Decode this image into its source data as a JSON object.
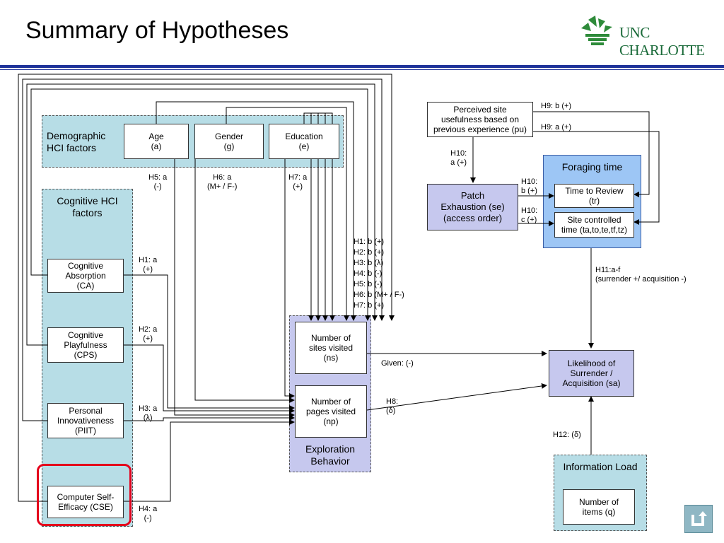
{
  "slide": {
    "title": "Summary of Hypotheses",
    "logo_text": "UNC CHARLOTTE"
  },
  "groups": {
    "demographic": "Demographic HCI factors",
    "cognitive": "Cognitive HCI factors",
    "exploration": "Exploration Behavior",
    "foraging": "Foraging time",
    "information_load": "Information Load"
  },
  "boxes": {
    "age": [
      "Age",
      "(a)"
    ],
    "gender": [
      "Gender",
      "(g)"
    ],
    "education": [
      "Education",
      "(e)"
    ],
    "cognitive_absorption": [
      "Cognitive",
      "Absorption",
      "(CA)"
    ],
    "cognitive_playfulness": [
      "Cognitive",
      "Playfulness",
      "(CPS)"
    ],
    "personal_innovativeness": [
      "Personal",
      "Innovativeness",
      "(PIIT)"
    ],
    "computer_self_efficacy": [
      "Computer Self-",
      "Efficacy (CSE)"
    ],
    "sites_visited": [
      "Number of",
      "sites visited",
      "(ns)"
    ],
    "pages_visited": [
      "Number of",
      "pages visited",
      "(np)"
    ],
    "perceived_usefulness": [
      "Perceived site",
      "usefulness based on",
      "previous experience (pu)"
    ],
    "patch_exhaustion": [
      "Patch",
      "Exhaustion (se)",
      "(access order)"
    ],
    "time_to_review": [
      "Time to Review",
      "(tr)"
    ],
    "site_controlled_time": [
      "Site controlled",
      "time (ta,to,te,tf,tz)"
    ],
    "likelihood": [
      "Likelihood of",
      "Surrender /",
      "Acquisition (sa)"
    ],
    "number_of_items": [
      "Number of",
      "items (q)"
    ]
  },
  "labels": {
    "h5": [
      "H5: a",
      "(-)"
    ],
    "h6": [
      "H6: a",
      "(M+ / F-)"
    ],
    "h7": [
      "H7: a",
      "(+)"
    ],
    "h1a": [
      "H1: a",
      "(+)"
    ],
    "h2a": [
      "H2: a",
      "(+)"
    ],
    "h3a": [
      "H3: a",
      "(λ)"
    ],
    "h4a": [
      "H4: a",
      "(-)"
    ],
    "b_list": [
      "H1: b  (+)",
      "H2: b  (+)",
      "H3: b  (λ)",
      "H4: b  (-)",
      "H5: b  (-)",
      "H6: b  (M+ / F-)",
      "H7: b  (+)"
    ],
    "given": "Given: (-)",
    "h8": [
      "H8:",
      "(δ)"
    ],
    "h9b": "H9: b (+)",
    "h9a": "H9: a (+)",
    "h10a": [
      "H10:",
      "a (+)"
    ],
    "h10b": [
      "H10:",
      "b (+)"
    ],
    "h10c": [
      "H10:",
      "c (+)"
    ],
    "h11": [
      "H11:a-f",
      "(surrender +/ acquisition -)"
    ],
    "h12": "H12: (δ)"
  },
  "colors": {
    "rule": "#1f3399",
    "teal_group": "#b7dde6",
    "lavender_group": "#c6c8ee",
    "foraging_group": "#9dc6f5",
    "highlight": "#e4001b",
    "logo_green": "#1b6b3a"
  },
  "icons": {
    "logo": "crown-leaf-logo-icon",
    "return": "return-arrow-icon"
  }
}
